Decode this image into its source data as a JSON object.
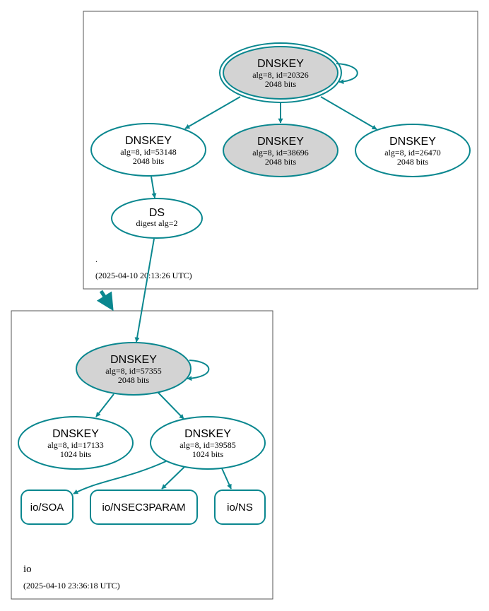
{
  "colors": {
    "edge": "#0a878f",
    "shaded_fill": "#d3d3d3",
    "plain_fill": "#ffffff",
    "cluster_border": "#555555",
    "text": "#000000"
  },
  "zones": {
    "root": {
      "name": ".",
      "timestamp": "(2025-04-10 20:13:26 UTC)",
      "ksk": {
        "type": "DNSKEY",
        "detail": "alg=8, id=20326",
        "size": "2048 bits"
      },
      "zsk1": {
        "type": "DNSKEY",
        "detail": "alg=8, id=53148",
        "size": "2048 bits"
      },
      "zsk2": {
        "type": "DNSKEY",
        "detail": "alg=8, id=38696",
        "size": "2048 bits"
      },
      "zsk3": {
        "type": "DNSKEY",
        "detail": "alg=8, id=26470",
        "size": "2048 bits"
      },
      "ds": {
        "type": "DS",
        "detail": "digest alg=2"
      }
    },
    "io": {
      "name": "io",
      "timestamp": "(2025-04-10 23:36:18 UTC)",
      "ksk": {
        "type": "DNSKEY",
        "detail": "alg=8, id=57355",
        "size": "2048 bits"
      },
      "zsk1": {
        "type": "DNSKEY",
        "detail": "alg=8, id=17133",
        "size": "1024 bits"
      },
      "zsk2": {
        "type": "DNSKEY",
        "detail": "alg=8, id=39585",
        "size": "1024 bits"
      },
      "rrsets": {
        "soa": "io/SOA",
        "nsec3param": "io/NSEC3PARAM",
        "ns": "io/NS"
      }
    }
  }
}
